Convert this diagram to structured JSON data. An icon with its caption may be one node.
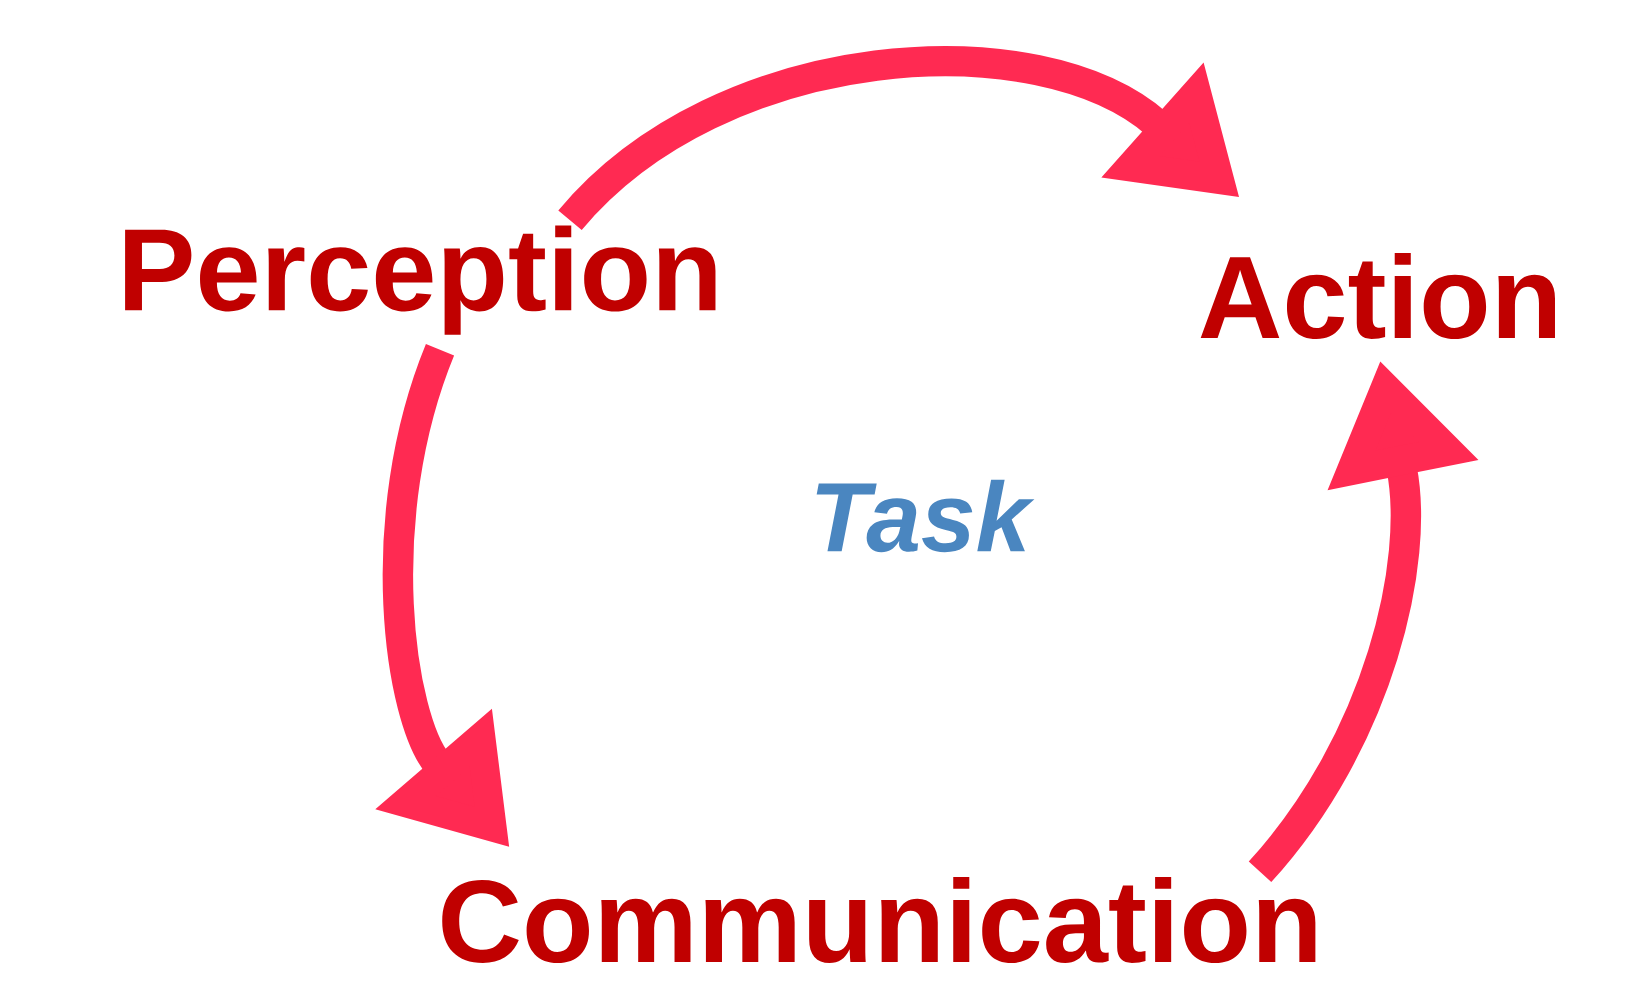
{
  "diagram": {
    "nodes": [
      {
        "text": [
          "Perception"
        ]
      },
      {
        "text": [
          "Action"
        ]
      },
      {
        "text": [
          "Communication"
        ]
      }
    ],
    "edges": [
      {
        "from": 0,
        "to": 1,
        "arrow": "to"
      },
      {
        "from": 0,
        "to": 2,
        "arrow": "to"
      },
      {
        "from": 2,
        "to": 1,
        "arrow": "to"
      }
    ],
    "labels": [
      "Task"
    ]
  }
}
